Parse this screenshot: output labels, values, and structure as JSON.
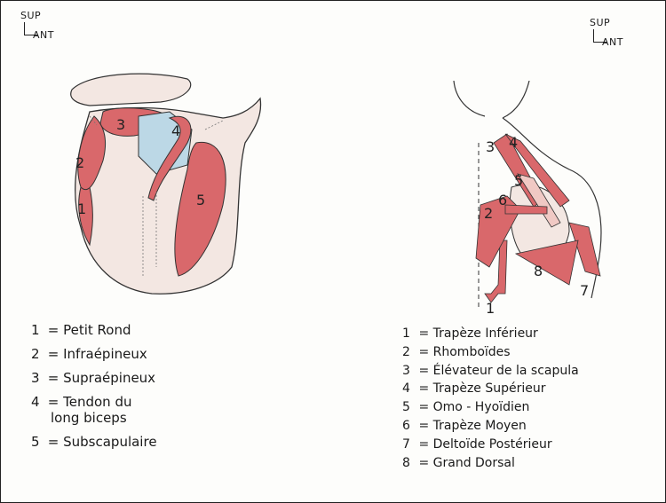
{
  "orientation_left": {
    "sup": "SUP",
    "ant": "ANT"
  },
  "orientation_right": {
    "sup": "SUP",
    "ant": "ANT"
  },
  "left_figure": {
    "numbers": [
      "1",
      "2",
      "3",
      "4",
      "5"
    ],
    "legend": [
      {
        "n": "1",
        "text": "= Petit Rond"
      },
      {
        "n": "2",
        "text": "= Infraépineux"
      },
      {
        "n": "3",
        "text": "= Supraépineux"
      },
      {
        "n": "4",
        "text": "= Tendon du",
        "text2": "long biceps"
      },
      {
        "n": "5",
        "text": "= Subscapulaire"
      }
    ]
  },
  "right_figure": {
    "numbers": [
      "1",
      "2",
      "3",
      "4",
      "5",
      "6",
      "7",
      "8"
    ],
    "legend": [
      {
        "n": "1",
        "text": "= Trapèze Inférieur"
      },
      {
        "n": "2",
        "text": "= Rhomboïdes"
      },
      {
        "n": "3",
        "text": "= Élévateur de la scapula"
      },
      {
        "n": "4",
        "text": "= Trapèze Supérieur"
      },
      {
        "n": "5",
        "text": "= Omo - Hyoïdien"
      },
      {
        "n": "6",
        "text": "= Trapèze Moyen"
      },
      {
        "n": "7",
        "text": "= Deltoïde Postérieur"
      },
      {
        "n": "8",
        "text": "= Grand Dorsal"
      }
    ]
  },
  "colors": {
    "muscle": "#d9686b",
    "muscle_light": "#f0c9c4",
    "bone": "#f3e7e2",
    "cartilage": "#bcd8e6",
    "ink": "#222222"
  }
}
